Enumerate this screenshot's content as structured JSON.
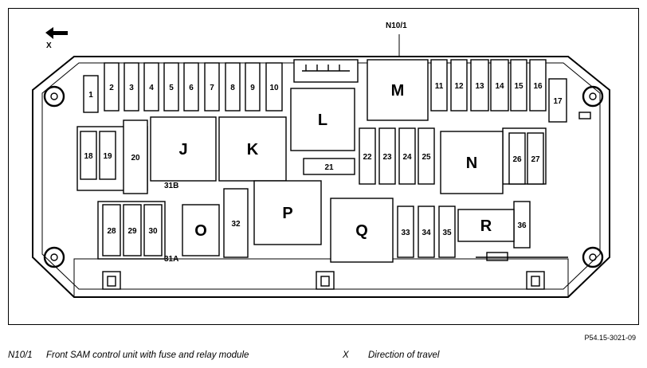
{
  "header": {
    "component_id": "N10/1",
    "direction_marker": "X"
  },
  "fuses": {
    "1": "1",
    "2": "2",
    "3": "3",
    "4": "4",
    "5": "5",
    "6": "6",
    "7": "7",
    "8": "8",
    "9": "9",
    "10": "10",
    "11": "11",
    "12": "12",
    "13": "13",
    "14": "14",
    "15": "15",
    "16": "16",
    "17": "17",
    "18": "18",
    "19": "19",
    "20": "20",
    "21": "21",
    "22": "22",
    "23": "23",
    "24": "24",
    "25": "25",
    "26": "26",
    "27": "27",
    "28": "28",
    "29": "29",
    "30": "30",
    "32": "32",
    "33": "33",
    "34": "34",
    "35": "35",
    "36": "36"
  },
  "relays": {
    "J": "J",
    "K": "K",
    "L": "L",
    "M": "M",
    "N": "N",
    "O": "O",
    "P": "P",
    "Q": "Q",
    "R": "R"
  },
  "terminals": {
    "t31b": "31B",
    "t31a": "31A"
  },
  "figure_code": "P54.15-3021-09",
  "legend": [
    {
      "key": "N10/1",
      "description": "Front SAM control unit with fuse and relay module"
    },
    {
      "key": "X",
      "description": "Direction of travel"
    }
  ]
}
